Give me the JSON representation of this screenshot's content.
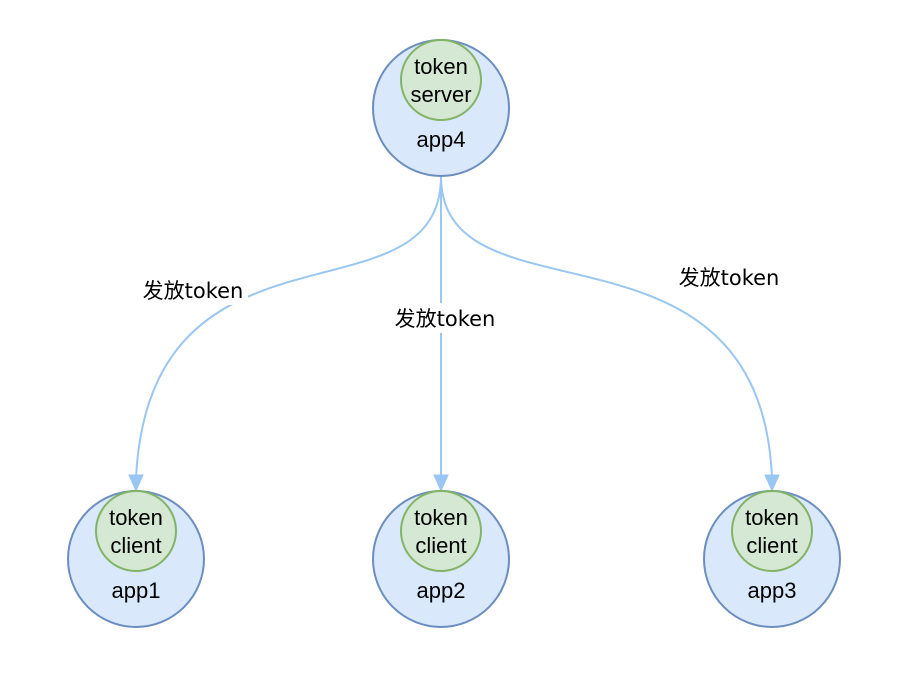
{
  "server": {
    "inner_line1": "token",
    "inner_line2": "server",
    "label": "app4"
  },
  "clients": [
    {
      "inner_line1": "token",
      "inner_line2": "client",
      "label": "app1"
    },
    {
      "inner_line1": "token",
      "inner_line2": "client",
      "label": "app2"
    },
    {
      "inner_line1": "token",
      "inner_line2": "client",
      "label": "app3"
    }
  ],
  "edges": [
    {
      "from": "app4",
      "to": "app1",
      "label": "发放token"
    },
    {
      "from": "app4",
      "to": "app2",
      "label": "发放token"
    },
    {
      "from": "app4",
      "to": "app3",
      "label": "发放token"
    }
  ],
  "colors": {
    "outer_fill": "#dae8fc",
    "outer_stroke": "#6c8ebf",
    "inner_fill": "#d5e8d4",
    "inner_stroke": "#82b366",
    "edge": "#99c6f3"
  }
}
